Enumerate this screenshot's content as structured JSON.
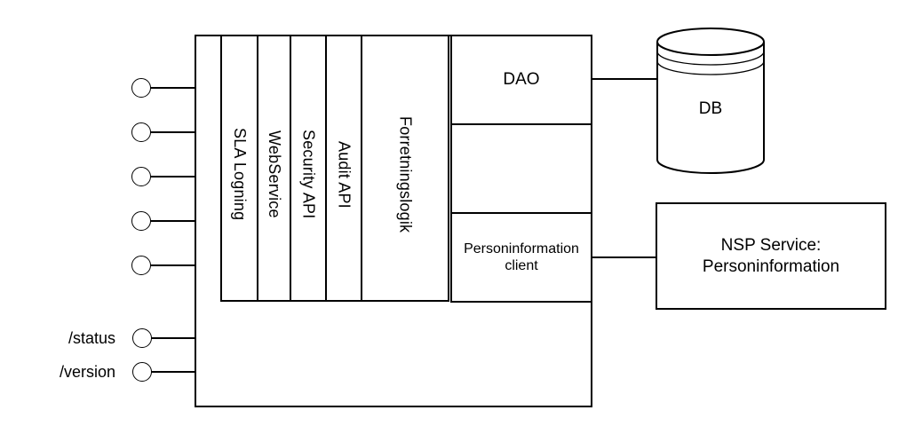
{
  "colors": {
    "stroke": "#000000",
    "background": "#ffffff",
    "text": "#000000"
  },
  "component": {
    "layers": [
      {
        "label": "SLA Logning"
      },
      {
        "label": "WebService"
      },
      {
        "label": "Security API"
      },
      {
        "label": "Audit API"
      },
      {
        "label": "Forretningslogik"
      }
    ],
    "modules": {
      "dao": {
        "label": "DAO"
      },
      "personinformation_client": {
        "label": "Personinformation client"
      }
    }
  },
  "database": {
    "label": "DB"
  },
  "external_service": {
    "line1": "NSP Service:",
    "line2": "Personinformation"
  },
  "endpoints": {
    "unlabeled_count": 5,
    "status": {
      "label": "/status"
    },
    "version": {
      "label": "/version"
    }
  }
}
